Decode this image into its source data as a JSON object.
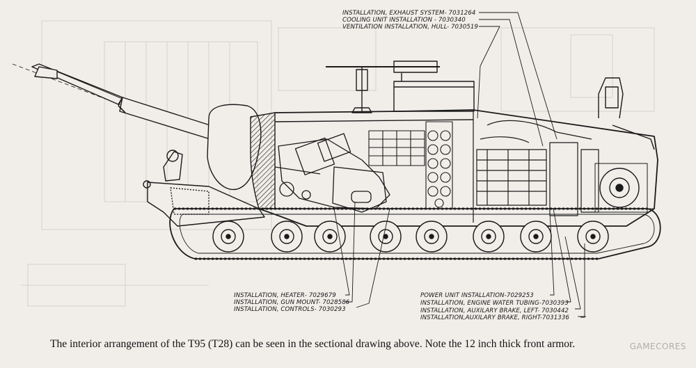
{
  "labels_top": [
    "INSTALLATION, EXHAUST SYSTEM- 7031264",
    "COOLING UNIT INSTALLATION - 7030340",
    "VENTILATION INSTALLATION, HULL- 7030519"
  ],
  "labels_left": [
    "INSTALLATION, HEATER- 7029679",
    "INSTALLATION, GUN MOUNT- 7028586",
    "INSTALLATION, CONTROLS- 7030293"
  ],
  "labels_right": [
    "POWER UNIT INSTALLATION-7029253",
    "INSTALLATION, ENGINE WATER TUBING-7030393",
    "INSTALLATION, AUXILARY BRAKE, LEFT- 7030442",
    "INSTALLATION,AUXILARY BRAKE, RIGHT-7031336"
  ],
  "caption": "The interior arrangement of the T95 (T28) can be seen in the sectional drawing above. Note the 12 inch thick front armor.",
  "watermark": "GAMECORES",
  "colors": {
    "paper": "#f1eeea",
    "ink": "#1a1a1a",
    "ghost": "#cfcac2"
  }
}
